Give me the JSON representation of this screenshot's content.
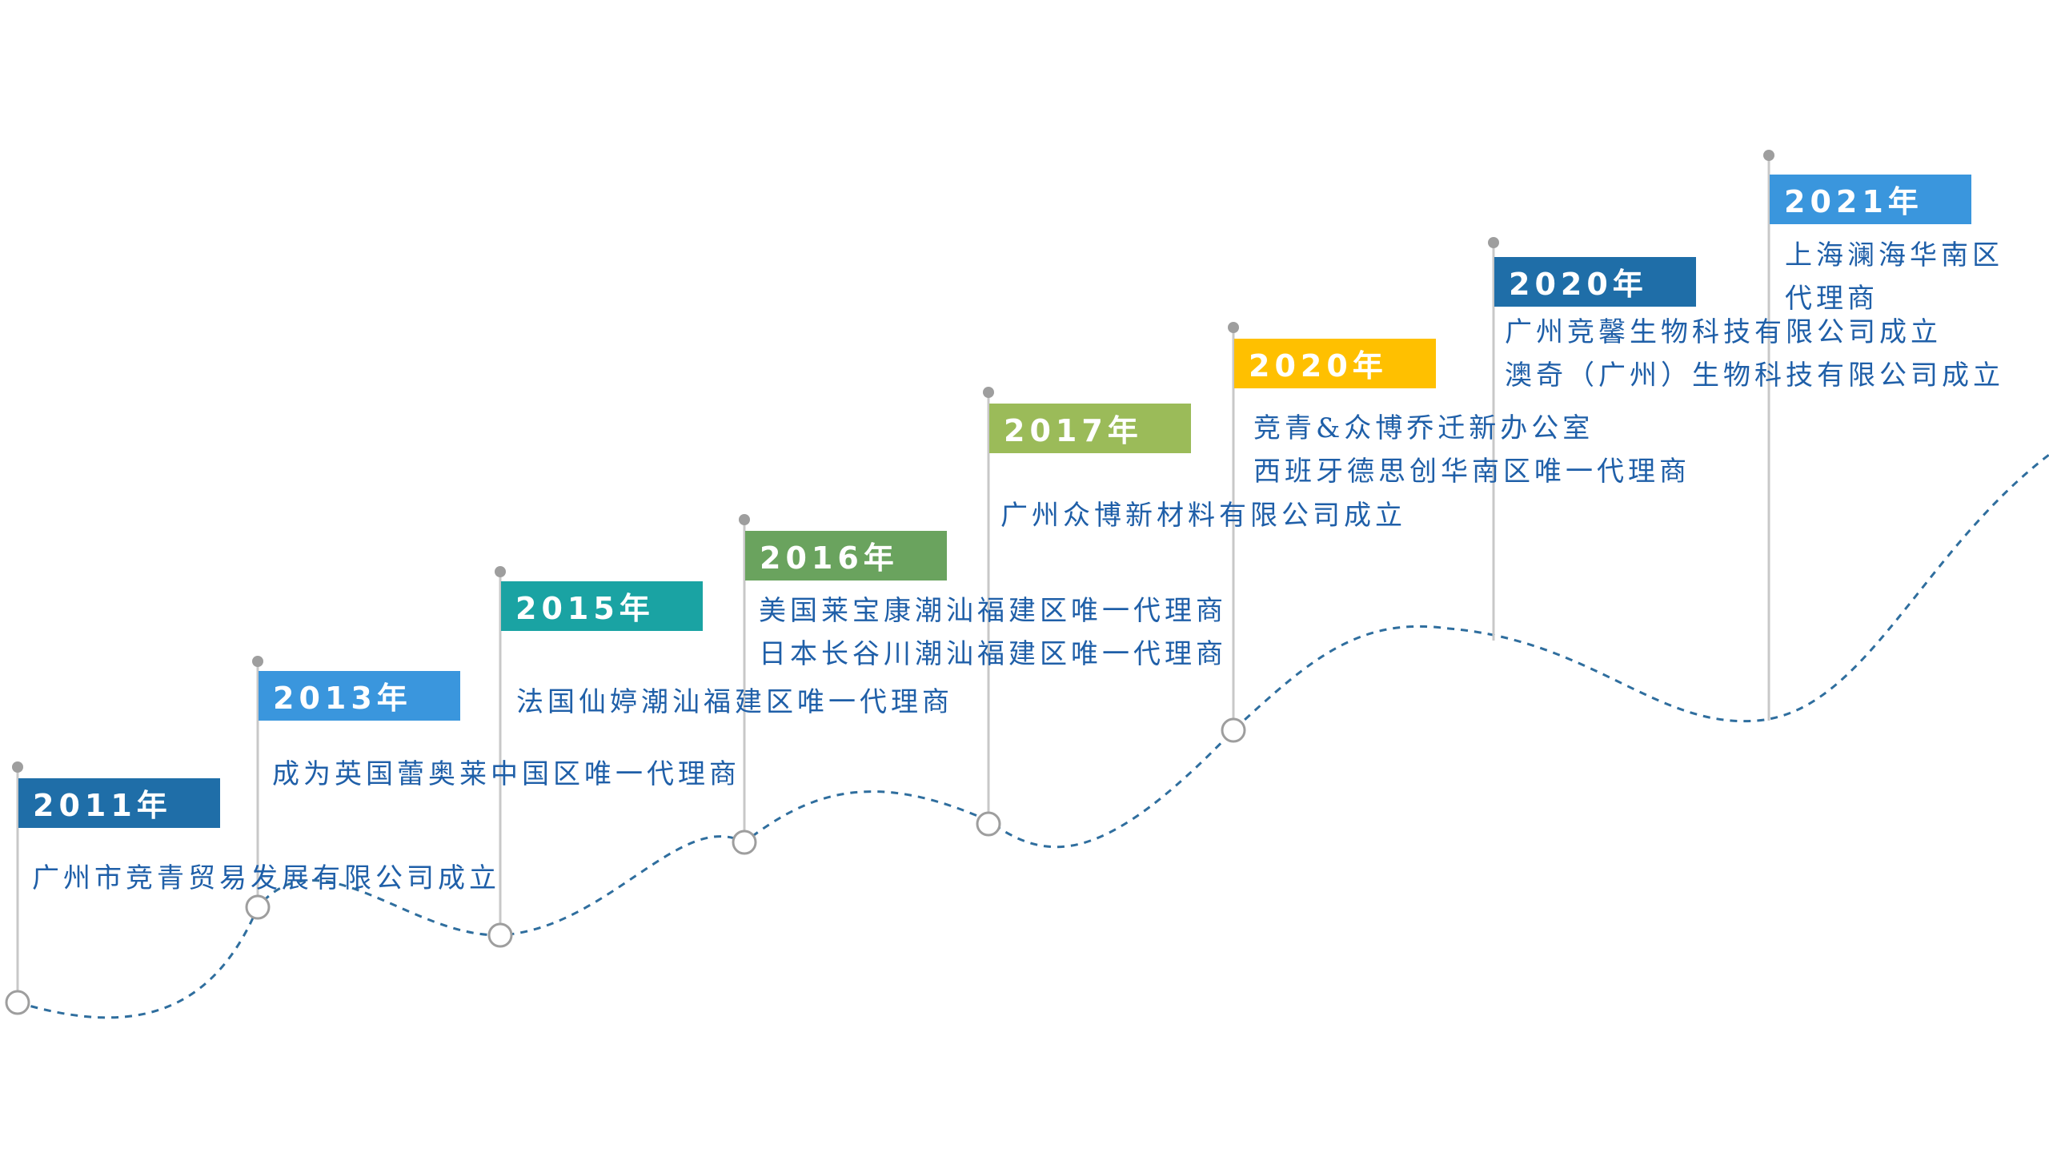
{
  "colors": {
    "line": "#c8c8c8",
    "pin": "#9e9e9e",
    "curve": "#2f6e9e",
    "text": "#1f5fa8"
  },
  "milestones": [
    {
      "year": "2011年",
      "color": "#1f6ea8",
      "lines": [
        "广州市竞青贸易发展有限公司成立"
      ]
    },
    {
      "year": "2013年",
      "color": "#3a96dd",
      "lines": [
        "成为英国蕾奥莱中国区唯一代理商"
      ]
    },
    {
      "year": "2015年",
      "color": "#1aa3a3",
      "lines": [
        "法国仙婷潮汕福建区唯一代理商"
      ]
    },
    {
      "year": "2016年",
      "color": "#6aa35e",
      "lines": [
        "美国莱宝康潮汕福建区唯一代理商",
        "日本长谷川潮汕福建区唯一代理商"
      ]
    },
    {
      "year": "2017年",
      "color": "#9bbb59",
      "lines": [
        "广州众博新材料有限公司成立"
      ]
    },
    {
      "year": "2020年",
      "color": "#ffc000",
      "lines": [
        "竞青&众博乔迁新办公室",
        "西班牙德思创华南区唯一代理商"
      ]
    },
    {
      "year": "2020年",
      "color": "#1f6ea8",
      "lines": [
        "广州竞馨生物科技有限公司成立",
        "澳奇（广州）生物科技有限公司成立"
      ]
    },
    {
      "year": "2021年",
      "color": "#3a96dd",
      "lines": [
        "上海澜海华南区",
        "代理商"
      ]
    }
  ]
}
